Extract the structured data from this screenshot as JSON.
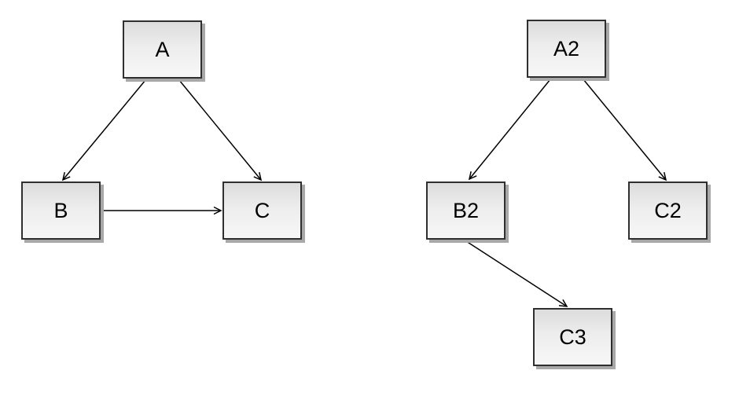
{
  "diagram": {
    "type": "node-link-graph",
    "background": "#ffffff",
    "nodes": [
      {
        "id": "A",
        "label": "A"
      },
      {
        "id": "B",
        "label": "B"
      },
      {
        "id": "C",
        "label": "C"
      },
      {
        "id": "A2",
        "label": "A2"
      },
      {
        "id": "B2",
        "label": "B2"
      },
      {
        "id": "C2",
        "label": "C2"
      },
      {
        "id": "C3",
        "label": "C3"
      }
    ],
    "edges": [
      {
        "from": "A",
        "to": "B"
      },
      {
        "from": "A",
        "to": "C"
      },
      {
        "from": "B",
        "to": "C"
      },
      {
        "from": "A2",
        "to": "B2"
      },
      {
        "from": "A2",
        "to": "C2"
      },
      {
        "from": "B2",
        "to": "C3"
      }
    ],
    "colors": {
      "node_fill_top": "#dcdcdc",
      "node_fill_bottom": "#f7f7f7",
      "node_border": "#2f2f2f",
      "node_shadow": "#a8a8a8",
      "edge": "#000000",
      "label": "#000000"
    }
  }
}
